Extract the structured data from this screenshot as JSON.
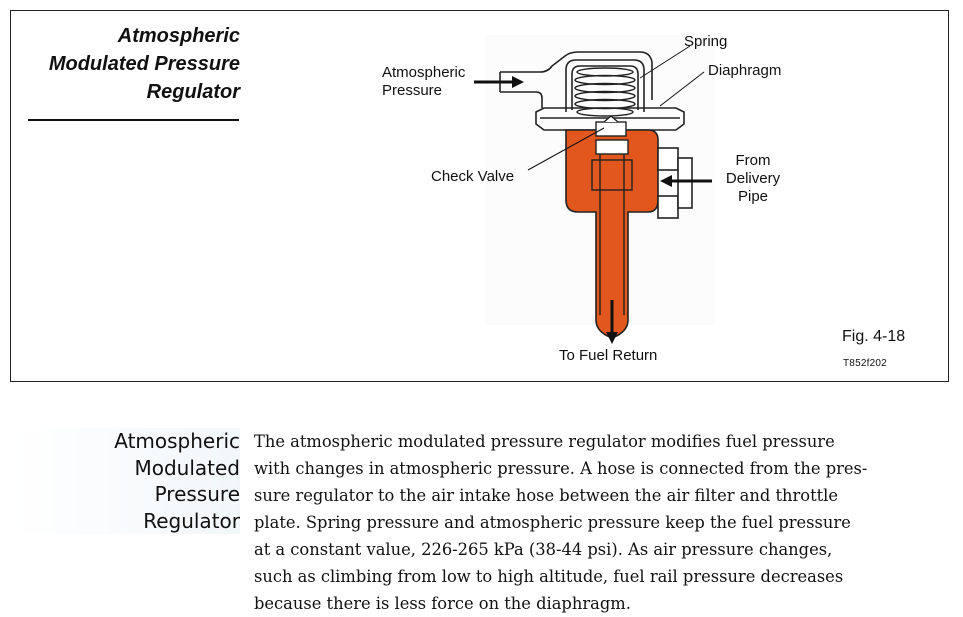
{
  "figure": {
    "title_lines": [
      "Atmospheric",
      "Modulated Pressure",
      "Regulator"
    ],
    "labels": {
      "spring": "Spring",
      "diaphragm": "Diaphragm",
      "atmospheric_pressure": [
        "Atmospheric",
        "Pressure"
      ],
      "check_valve": "Check Valve",
      "from_delivery_pipe": [
        "From",
        "Delivery",
        "Pipe"
      ],
      "to_fuel_return": "To Fuel Return"
    },
    "figure_number": "Fig. 4-18",
    "figure_code": "T852f202",
    "colors": {
      "fuel": "#e2571d",
      "outline": "#222222"
    }
  },
  "section": {
    "heading_lines": [
      "Atmospheric",
      "Modulated",
      "Pressure",
      "Regulator"
    ],
    "body_lines": [
      "The atmospheric modulated pressure regulator modifies fuel pressure",
      "with changes in atmospheric pressure. A hose is connected from the pres-",
      "sure regulator to the air intake hose between the air filter and throttle",
      "plate. Spring pressure and atmospheric pressure keep the fuel pressure",
      "at a constant value, 226-265 kPa (38-44 psi). As air pressure changes,",
      "such as climbing from low to high altitude, fuel rail pressure decreases",
      "because there is less force on the diaphragm."
    ]
  }
}
